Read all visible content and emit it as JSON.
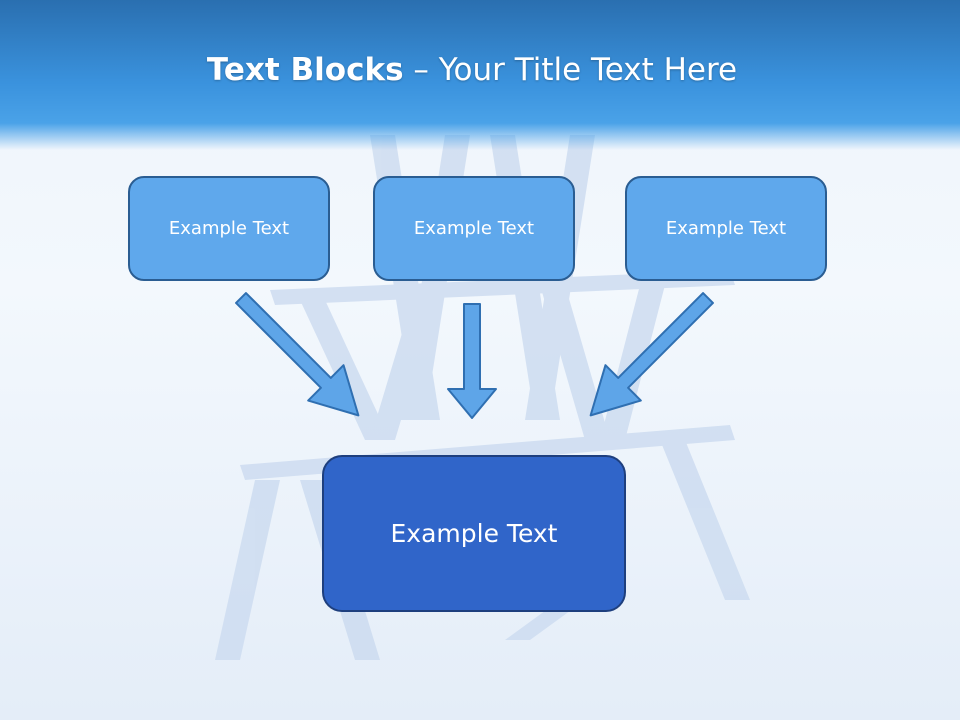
{
  "slide": {
    "title_bold": "Text Blocks",
    "title_dash": " – ",
    "title_rest": "Your Title Text Here"
  },
  "boxes": [
    {
      "label": "Example Text"
    },
    {
      "label": "Example Text"
    },
    {
      "label": "Example Text"
    }
  ],
  "center_box": {
    "label": "Example Text"
  },
  "colors": {
    "header": "#3a92dd",
    "small_box_fill": "#5fa8ec",
    "big_box_fill": "#3065c9",
    "arrow_fill": "#5ea5e8"
  }
}
